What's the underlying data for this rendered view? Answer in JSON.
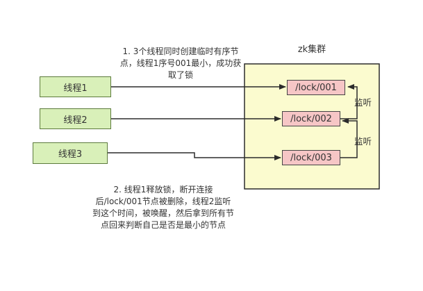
{
  "colors": {
    "thread_fill": "#d9f0b9",
    "zk_fill": "#fbfbcf",
    "node_fill": "#f6c6c6",
    "line": "#2b2b2b"
  },
  "zk_title": "zk集群",
  "threads": [
    {
      "label": "线程1"
    },
    {
      "label": "线程2"
    },
    {
      "label": "线程3"
    }
  ],
  "nodes": [
    {
      "label": "/lock/001"
    },
    {
      "label": "/lock/002"
    },
    {
      "label": "/lock/003"
    }
  ],
  "watch_labels": [
    "监听",
    "监听"
  ],
  "note1_lines": [
    "1. 3个线程同时创建临时有序节",
    "点，线程1序号001最小，成功获",
    "取了锁"
  ],
  "note2_lines": [
    "2. 线程1释放锁，断开连接",
    "后/lock/001节点被删除，线程2监听",
    "到这个时间，被唤醒，然后拿到所有节",
    "点回来判断自己是否是最小的节点"
  ]
}
